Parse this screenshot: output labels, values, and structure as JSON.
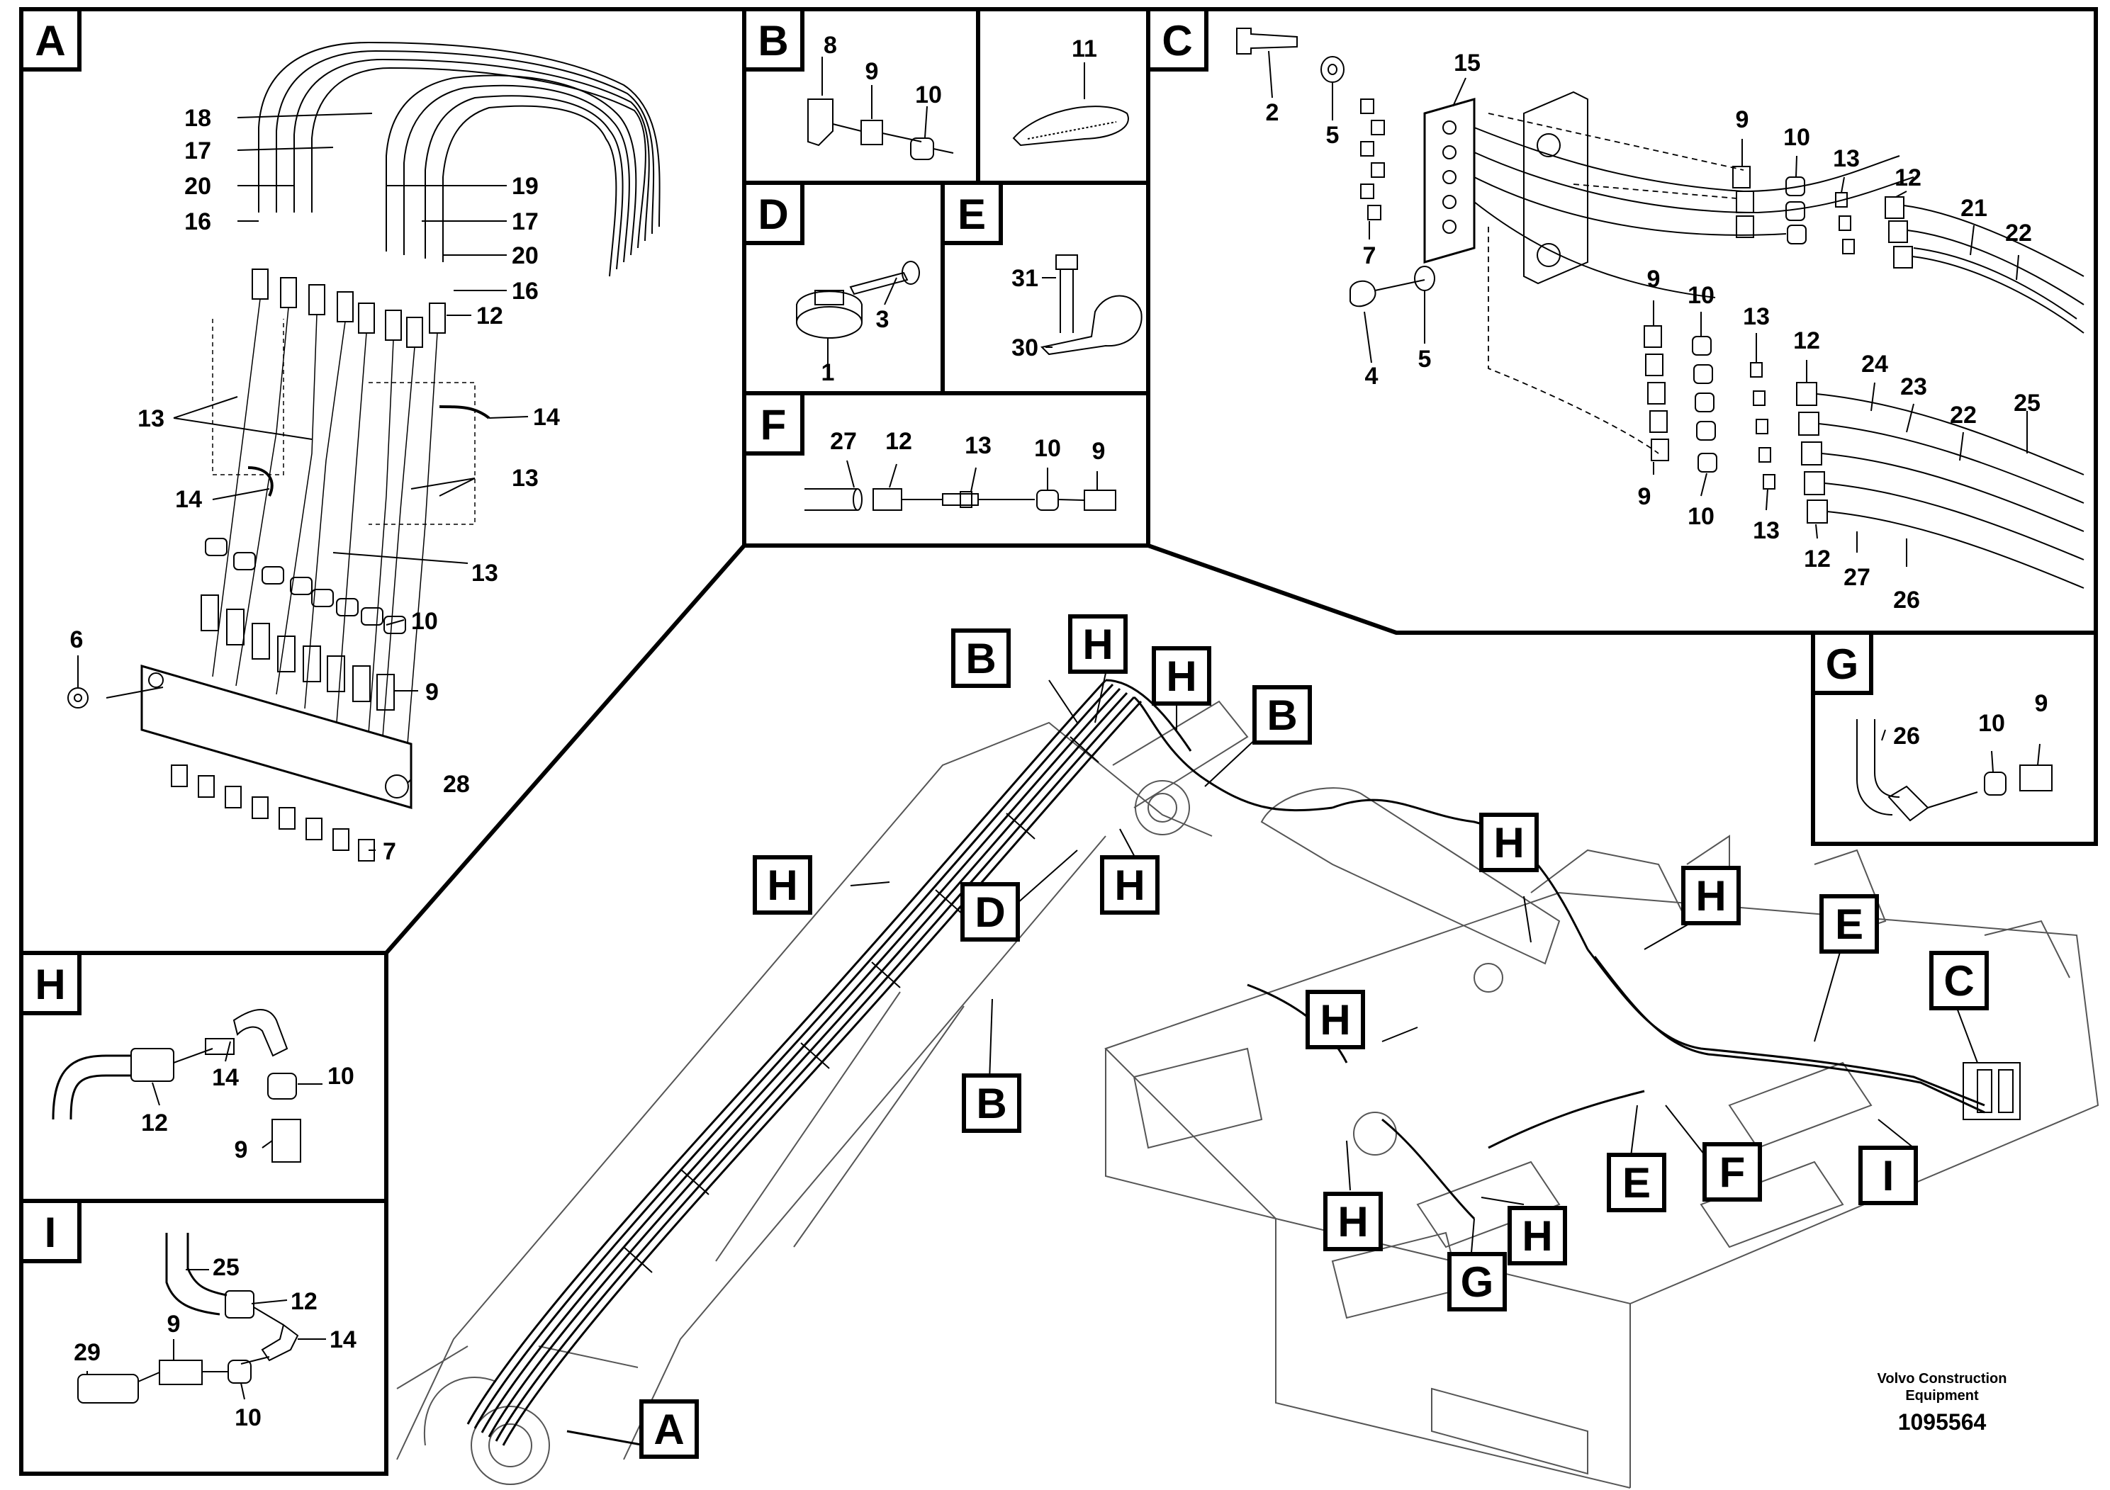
{
  "sheet": {
    "footer": {
      "brand_line1": "Volvo Construction",
      "brand_line2": "Equipment",
      "drawing_number": "1095564"
    }
  },
  "panels": {
    "A": {
      "letter": "A",
      "callouts": [
        "18",
        "17",
        "20",
        "16",
        "19",
        "17",
        "20",
        "16",
        "12",
        "13",
        "14",
        "13",
        "14",
        "13",
        "10",
        "6",
        "9",
        "28",
        "7"
      ]
    },
    "B": {
      "letter": "B",
      "callouts": [
        "8",
        "9",
        "10"
      ]
    },
    "B2": {
      "callouts": [
        "11"
      ]
    },
    "C": {
      "letter": "C",
      "callouts": [
        "2",
        "5",
        "15",
        "7",
        "4",
        "5",
        "9",
        "10",
        "13",
        "12",
        "21",
        "22",
        "9",
        "10",
        "13",
        "12",
        "24",
        "23",
        "22",
        "25",
        "9",
        "10",
        "13",
        "12",
        "27",
        "26"
      ]
    },
    "D": {
      "letter": "D",
      "callouts": [
        "3",
        "1"
      ]
    },
    "E": {
      "letter": "E",
      "callouts": [
        "31",
        "30"
      ]
    },
    "F": {
      "letter": "F",
      "callouts": [
        "27",
        "12",
        "13",
        "10",
        "9"
      ]
    },
    "G": {
      "letter": "G",
      "callouts": [
        "26",
        "10",
        "9"
      ]
    },
    "H": {
      "letter": "H",
      "callouts": [
        "12",
        "14",
        "10",
        "9"
      ]
    },
    "I": {
      "letter": "I",
      "callouts": [
        "25",
        "12",
        "29",
        "9",
        "14",
        "10"
      ]
    }
  },
  "main_view": {
    "detail_tags": [
      "B",
      "H",
      "H",
      "B",
      "H",
      "D",
      "H",
      "B",
      "H",
      "H",
      "E",
      "C",
      "H",
      "E",
      "F",
      "I",
      "H",
      "H",
      "G",
      "A"
    ]
  }
}
